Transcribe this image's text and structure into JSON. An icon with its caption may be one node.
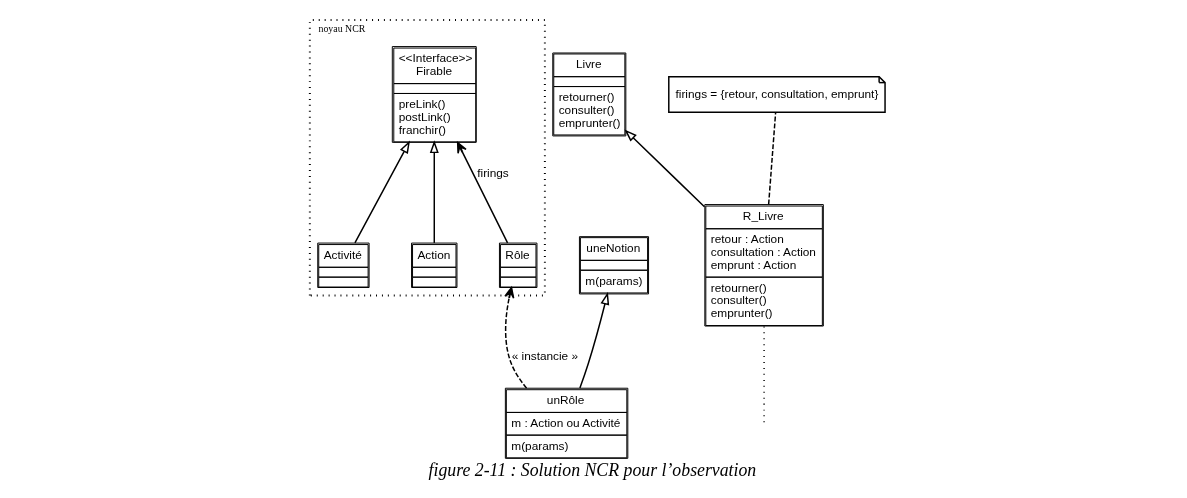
{
  "diagram": {
    "caption": "figure 2-11 : Solution NCR pour l’observation",
    "nodes": [
      {
        "text": [
          "noyau NCR"
        ]
      },
      {
        "text": [
          "Rôle"
        ],
        "in": 0
      },
      {
        "text": [
          "<<Interface>>",
          "Firable",
          "preLink()",
          "postLink()",
          "franchir()"
        ],
        "in": 0
      },
      {
        "text": [
          "Action"
        ],
        "in": 0
      },
      {
        "text": [
          "Activité"
        ],
        "in": 0
      },
      {
        "text": [
          "uneNotion",
          "m(params)"
        ]
      },
      {
        "text": [
          "unRôle",
          "m : Action ou Activité",
          "m(params)"
        ]
      },
      {
        "text": [
          "Livre",
          "retourner()",
          "consulter()",
          "emprunter()"
        ]
      },
      {
        "text": [
          "R_Livre",
          "retour : Action",
          "consultation : Action",
          "emprunt : Action",
          "retourner()",
          "consulter()",
          "emprunter()"
        ]
      },
      {
        "text": [
          "firings = {retour, consultation, emprunt}"
        ]
      }
    ],
    "edges": [
      {
        "from": 1,
        "to": 2,
        "arrow": "to",
        "label": "firings"
      },
      {
        "from": 3,
        "to": 2,
        "arrow": "to"
      },
      {
        "from": 4,
        "to": 2,
        "arrow": "to"
      },
      {
        "from": 6,
        "to": 5,
        "arrow": "to"
      },
      {
        "from": 6,
        "to": 1,
        "arrow": "to",
        "style": "dashed",
        "label": "« instancie »"
      },
      {
        "from": 8,
        "to": 7,
        "arrow": "to"
      },
      {
        "from": null,
        "to": 8,
        "arrow": "none",
        "style": "dashed"
      },
      {
        "from": 8,
        "to": 9,
        "arrow": "none",
        "style": "dashed"
      }
    ]
  }
}
